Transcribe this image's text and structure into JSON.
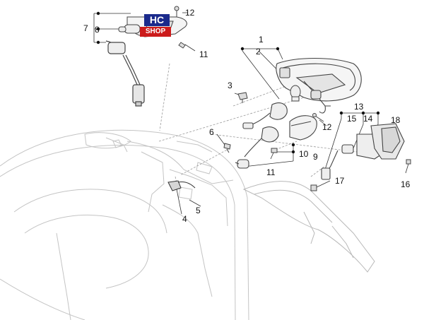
{
  "logo": {
    "line1": "HC",
    "line2": "SHOP"
  },
  "callouts": {
    "c1": "1",
    "c2": "2",
    "c3": "3",
    "c4": "4",
    "c5": "5",
    "c6": "6",
    "c7": "7",
    "c8": "8",
    "c9": "9",
    "c10": "10",
    "c11a": "11",
    "c11b": "11",
    "c12a": "12",
    "c12b": "12",
    "c13": "13",
    "c14": "14",
    "c15": "15",
    "c16": "16",
    "c17": "17",
    "c18": "18"
  },
  "colors": {
    "line": "#555555",
    "ghost": "#c8c8c8",
    "ink": "#222222",
    "dot": "#111111"
  }
}
